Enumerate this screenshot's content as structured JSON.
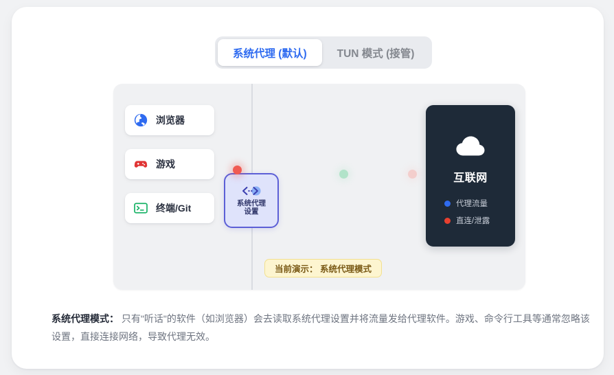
{
  "tabs": [
    {
      "label": "系统代理 (默认)",
      "active": true
    },
    {
      "label": "TUN 模式 (接管)",
      "active": false
    }
  ],
  "diagram": {
    "apps": [
      {
        "label": "浏览器",
        "icon": "globe-icon",
        "color": "#2f6bf0"
      },
      {
        "label": "游戏",
        "icon": "gamepad-icon",
        "color": "#e03434"
      },
      {
        "label": "终端/Git",
        "icon": "terminal-icon",
        "color": "#1bb368"
      }
    ],
    "proxy_node": {
      "icon": "code-arrows-icon",
      "line1": "系统代理",
      "line2": "设置",
      "border_color": "#5c5fd6",
      "fill_color": "#dfe3fb"
    },
    "particles": [
      {
        "name": "direct-leak-particle",
        "color": "#f05a52"
      },
      {
        "name": "traffic-particle-green",
        "color": "#7fd8a8"
      },
      {
        "name": "traffic-particle-pink",
        "color": "#f6b3ae"
      }
    ],
    "internet": {
      "icon": "cloud-icon",
      "title": "互联网",
      "legend": [
        {
          "label": "代理流量",
          "color": "#2f6bf0"
        },
        {
          "label": "直连/泄露",
          "color": "#e8402f"
        }
      ]
    },
    "badge": "当前演示： 系统代理模式"
  },
  "note": {
    "label": "系统代理模式：",
    "body": " 只有\"听话\"的软件（如浏览器）会去读取系统代理设置并将流量发给代理软件。游戏、命令行工具等通常忽略该设置，直接连接网络，导致代理无效。"
  }
}
